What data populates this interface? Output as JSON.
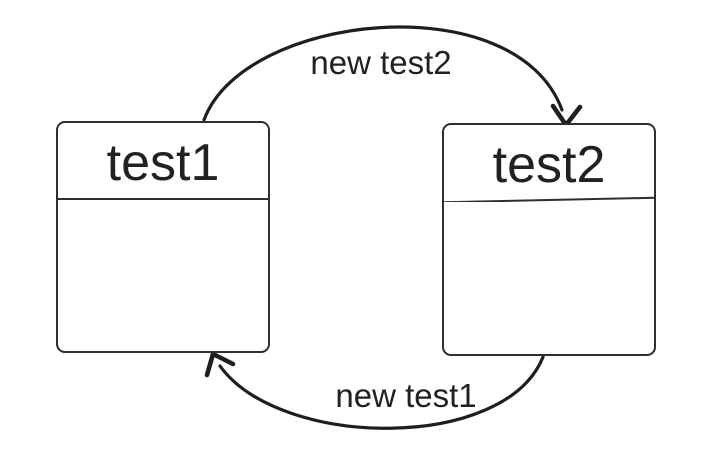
{
  "diagram": {
    "background_color": "#ffffff",
    "node_border_color": "#2e2e2e",
    "arrow_color": "#1e1e1e",
    "text_color": "#212121",
    "nodes": [
      {
        "title": "test1"
      },
      {
        "title": "test2"
      }
    ],
    "edges": [
      {
        "label": "new test2",
        "from": "test1",
        "to": "test2"
      },
      {
        "label": "new test1",
        "from": "test2",
        "to": "test1"
      }
    ]
  }
}
